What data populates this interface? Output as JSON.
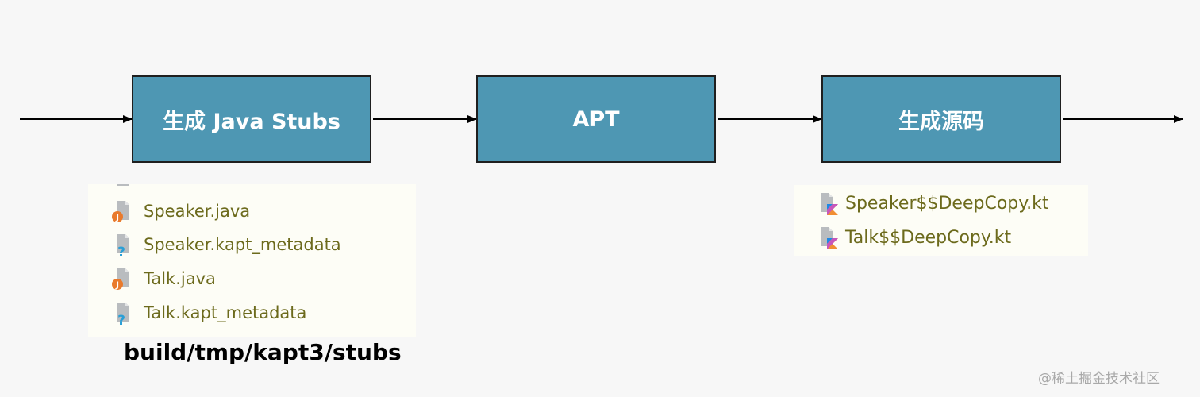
{
  "steps": [
    {
      "label": "生成 Java Stubs"
    },
    {
      "label": "APT"
    },
    {
      "label": "生成源码"
    }
  ],
  "stub_files": [
    {
      "name": "Speaker.java",
      "icon": "java-file-icon"
    },
    {
      "name": "Speaker.kapt_metadata",
      "icon": "unknown-file-icon"
    },
    {
      "name": "Talk.java",
      "icon": "java-file-icon"
    },
    {
      "name": "Talk.kapt_metadata",
      "icon": "unknown-file-icon"
    }
  ],
  "generated_files": [
    {
      "name": "Speaker$$DeepCopy.kt",
      "icon": "kotlin-file-icon"
    },
    {
      "name": "Talk$$DeepCopy.kt",
      "icon": "kotlin-file-icon"
    }
  ],
  "stubs_path": "build/tmp/kapt3/stubs",
  "watermark": "@稀土掘金技术社区",
  "colors": {
    "box_fill": "#4e97b3",
    "box_border": "#1f1f1f",
    "file_text": "#6c6a1c",
    "panel_bg": "#fdfdf6"
  }
}
